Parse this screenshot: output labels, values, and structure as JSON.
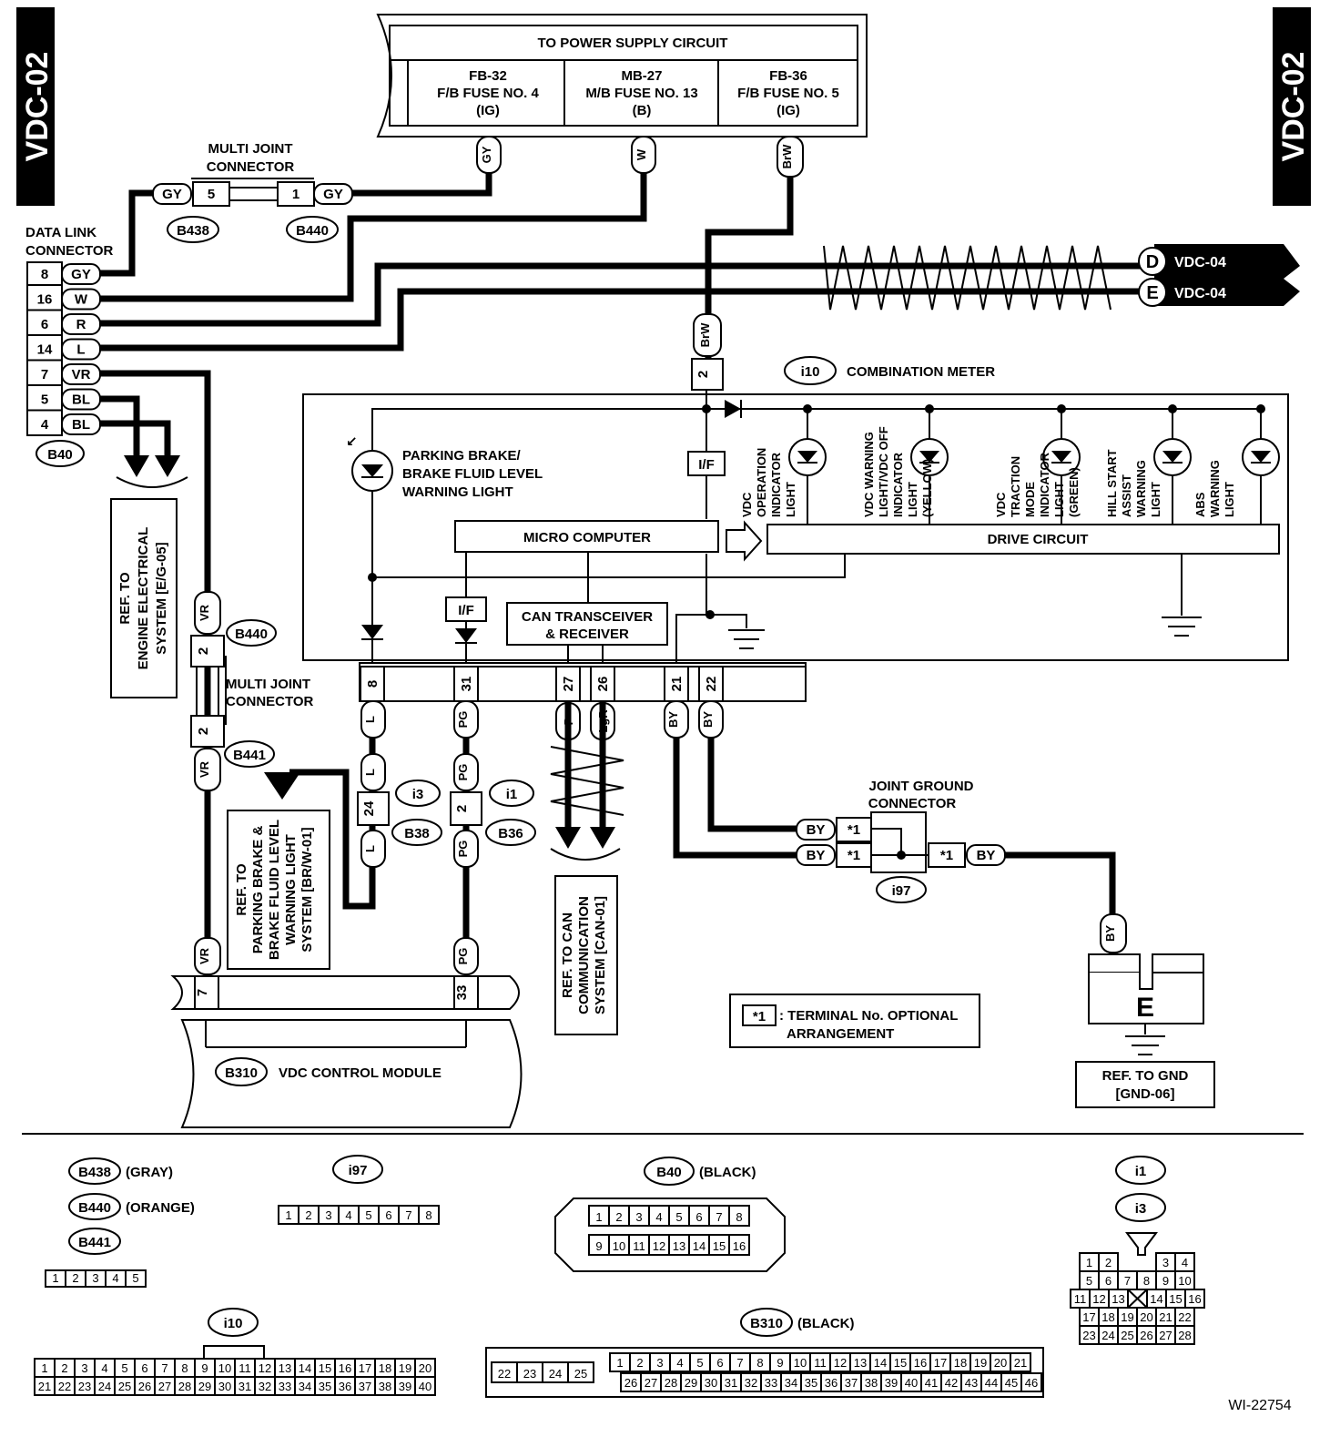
{
  "page_id": "VDC-02",
  "figure_id": "WI-22754",
  "power_supply": {
    "title": "TO POWER SUPPLY CIRCUIT",
    "fuses": [
      {
        "code": "FB-32",
        "name": "F/B FUSE NO. 4",
        "source": "(IG)",
        "wire": "GY"
      },
      {
        "code": "MB-27",
        "name": "M/B FUSE NO. 13",
        "source": "(B)",
        "wire": "W"
      },
      {
        "code": "FB-36",
        "name": "F/B FUSE NO. 5",
        "source": "(IG)",
        "wire": "BrW"
      }
    ]
  },
  "multi_joint_connector_top": {
    "label_line1": "MULTI JOINT",
    "label_line2": "CONNECTOR",
    "left_wire": "GY",
    "left_pin": "5",
    "left_id": "B438",
    "right_pin": "1",
    "right_wire": "GY",
    "right_id": "B440"
  },
  "data_link_connector": {
    "label_line1": "DATA LINK",
    "label_line2": "CONNECTOR",
    "id": "B40",
    "pins": [
      {
        "pin": "8",
        "wire": "GY"
      },
      {
        "pin": "16",
        "wire": "W"
      },
      {
        "pin": "6",
        "wire": "R"
      },
      {
        "pin": "14",
        "wire": "L"
      },
      {
        "pin": "7",
        "wire": "VR"
      },
      {
        "pin": "5",
        "wire": "BL"
      },
      {
        "pin": "4",
        "wire": "BL"
      }
    ]
  },
  "offpage": [
    {
      "letter": "D",
      "ref": "VDC-04"
    },
    {
      "letter": "E",
      "ref": "VDC-04"
    }
  ],
  "combination_meter": {
    "id": "i10",
    "title": "COMBINATION METER",
    "in_wire": "BrW",
    "in_pin": "2",
    "if_label": "I/F",
    "parking_light": [
      "PARKING BRAKE/",
      "BRAKE FLUID LEVEL",
      "WARNING LIGHT"
    ],
    "micro_computer": "MICRO COMPUTER",
    "drive_circuit": "DRIVE CIRCUIT",
    "can_transceiver": [
      "CAN TRANSCEIVER",
      "& RECEIVER"
    ],
    "lights": [
      [
        "VDC",
        "OPERATION",
        "INDICATOR",
        "LIGHT"
      ],
      [
        "VDC WARNING",
        "LIGHT/VDC OFF",
        "INDICATOR",
        "LIGHT",
        "(YELLOW)"
      ],
      [
        "VDC",
        "TRACTION",
        "MODE",
        "INDICATOR",
        "LIGHT",
        "(GREEN)"
      ],
      [
        "HILL START",
        "ASSIST",
        "WARNING",
        "LIGHT"
      ],
      [
        "ABS",
        "WARNING",
        "LIGHT"
      ]
    ],
    "pins": [
      {
        "pin": "8",
        "wire": "L"
      },
      {
        "pin": "31",
        "wire": "PG"
      },
      {
        "pin": "27",
        "wire": "P"
      },
      {
        "pin": "26",
        "wire": "LgR"
      },
      {
        "pin": "21",
        "wire": "BY"
      },
      {
        "pin": "22",
        "wire": "BY"
      }
    ]
  },
  "ref_engine": [
    "REF. TO",
    "ENGINE ELECTRICAL",
    "SYSTEM [E/G-05]"
  ],
  "multi_joint_connector_mid": {
    "label_line1": "MULTI JOINT",
    "label_line2": "CONNECTOR",
    "wire": "VR",
    "pin_top": "2",
    "id_top": "B440",
    "pin_bottom": "2",
    "id_bottom": "B441"
  },
  "ref_parking": [
    "REF. TO",
    "PARKING BRAKE &",
    "BRAKE FLUID LEVEL",
    "WARNING LIGHT",
    "SYSTEM [BR/W-01]"
  ],
  "conn_i3": {
    "id_top": "i3",
    "id_bottom": "B38",
    "pin": "24",
    "wire": "L"
  },
  "conn_i1": {
    "id_top": "i1",
    "id_bottom": "B36",
    "pin": "2",
    "wire": "PG"
  },
  "ref_can": [
    "REF. TO CAN",
    "COMMUNICATION",
    "SYSTEM [CAN-01]"
  ],
  "joint_ground": {
    "label_line1": "JOINT GROUND",
    "label_line2": "CONNECTOR",
    "id": "i97",
    "wire": "BY",
    "pin": "*1"
  },
  "ground": {
    "letter": "E",
    "wire": "BY",
    "ref_line1": "REF. TO GND",
    "ref_line2": "[GND-06]"
  },
  "legend": {
    "key": "*1",
    "text_line1": ": TERMINAL No. OPTIONAL",
    "text_line2": "ARRANGEMENT"
  },
  "vdc_module": {
    "id": "B310",
    "title": "VDC CONTROL MODULE",
    "pins": [
      {
        "pin": "7",
        "wire": "VR"
      },
      {
        "pin": "33",
        "wire": "PG"
      }
    ]
  },
  "connector_views": {
    "b438": {
      "id": "B438",
      "color": "(GRAY)"
    },
    "b440": {
      "id": "B440",
      "color": "(ORANGE)"
    },
    "b441": {
      "id": "B441"
    },
    "b441_pins": [
      "1",
      "2",
      "3",
      "4",
      "5"
    ],
    "i97": {
      "id": "i97",
      "pins": [
        "1",
        "2",
        "3",
        "4",
        "5",
        "6",
        "7",
        "8"
      ]
    },
    "b40": {
      "id": "B40",
      "color": "(BLACK)",
      "row1": [
        "1",
        "2",
        "3",
        "4",
        "5",
        "6",
        "7",
        "8"
      ],
      "row2": [
        "9",
        "10",
        "11",
        "12",
        "13",
        "14",
        "15",
        "16"
      ]
    },
    "i1": {
      "id": "i1"
    },
    "i3": {
      "id": "i3"
    },
    "i1_i3_rows": [
      [
        "1",
        "2",
        "",
        "",
        "3",
        "4"
      ],
      [
        "5",
        "6",
        "7",
        "8",
        "9",
        "10"
      ],
      [
        "11",
        "12",
        "13",
        "X",
        "14",
        "15",
        "16"
      ],
      [
        "17",
        "18",
        "19",
        "20",
        "21",
        "22"
      ],
      [
        "23",
        "24",
        "25",
        "26",
        "27",
        "28"
      ]
    ],
    "i10": {
      "id": "i10",
      "row1": [
        "1",
        "2",
        "3",
        "4",
        "5",
        "6",
        "7",
        "8",
        "9",
        "10",
        "11",
        "12",
        "13",
        "14",
        "15",
        "16",
        "17",
        "18",
        "19",
        "20"
      ],
      "row2": [
        "21",
        "22",
        "23",
        "24",
        "25",
        "26",
        "27",
        "28",
        "29",
        "30",
        "31",
        "32",
        "33",
        "34",
        "35",
        "36",
        "37",
        "38",
        "39",
        "40"
      ]
    },
    "b310": {
      "id": "B310",
      "color": "(BLACK)",
      "side": [
        "22",
        "23",
        "24",
        "25"
      ],
      "row1": [
        "1",
        "2",
        "3",
        "4",
        "5",
        "6",
        "7",
        "8",
        "9",
        "10",
        "11",
        "12",
        "13",
        "14",
        "15",
        "16",
        "17",
        "18",
        "19",
        "20",
        "21"
      ],
      "row2": [
        "26",
        "27",
        "28",
        "29",
        "30",
        "31",
        "32",
        "33",
        "34",
        "35",
        "36",
        "37",
        "38",
        "39",
        "40",
        "41",
        "42",
        "43",
        "44",
        "45",
        "46"
      ]
    }
  }
}
